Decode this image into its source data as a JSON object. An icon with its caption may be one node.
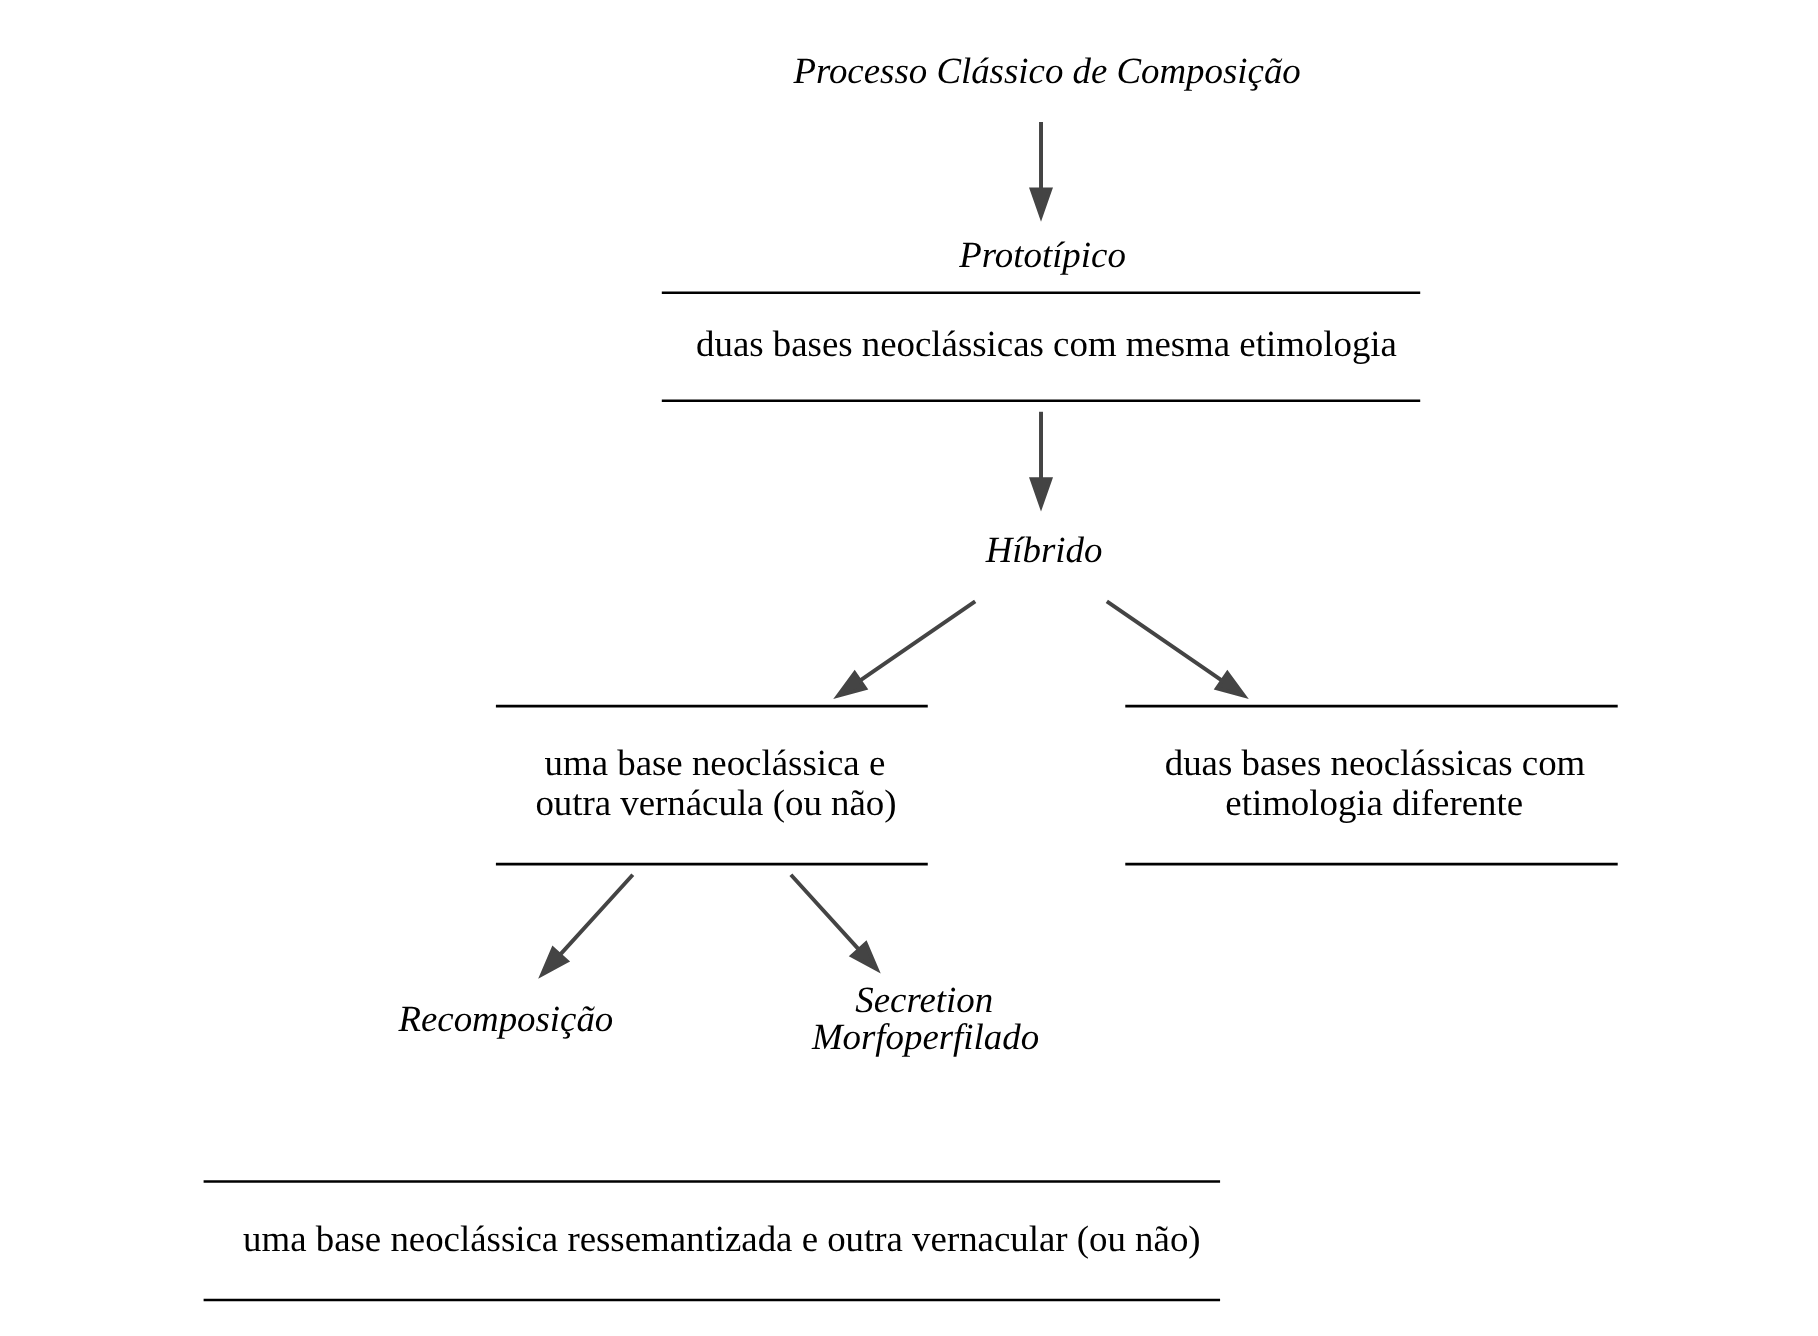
{
  "diagram": {
    "nodes": [
      {
        "text": [
          "Processo Clássico de Composição"
        ]
      },
      {
        "text": [
          "Prototípico",
          "duas bases neoclássicas com mesma etimologia"
        ]
      },
      {
        "text": [
          "Híbrido"
        ]
      },
      {
        "text": [
          "uma base neoclássica e outra vernácula (ou não)"
        ]
      },
      {
        "text": [
          "duas bases neoclássicas com etimologia diferente"
        ]
      },
      {
        "text": [
          "Recomposição"
        ]
      },
      {
        "text": [
          "Secretion Morfoperfilado"
        ]
      },
      {
        "text": [
          "uma base neoclássica ressemantizada e outra vernacular (ou não)"
        ]
      }
    ],
    "edges": [
      {
        "from": 0,
        "to": 1,
        "arrow": "to"
      },
      {
        "from": 1,
        "to": 2,
        "arrow": "to"
      },
      {
        "from": 2,
        "to": 3,
        "arrow": "to"
      },
      {
        "from": 2,
        "to": 4,
        "arrow": "to"
      },
      {
        "from": 3,
        "to": 5,
        "arrow": "to"
      },
      {
        "from": 3,
        "to": 6,
        "arrow": "to"
      }
    ]
  }
}
